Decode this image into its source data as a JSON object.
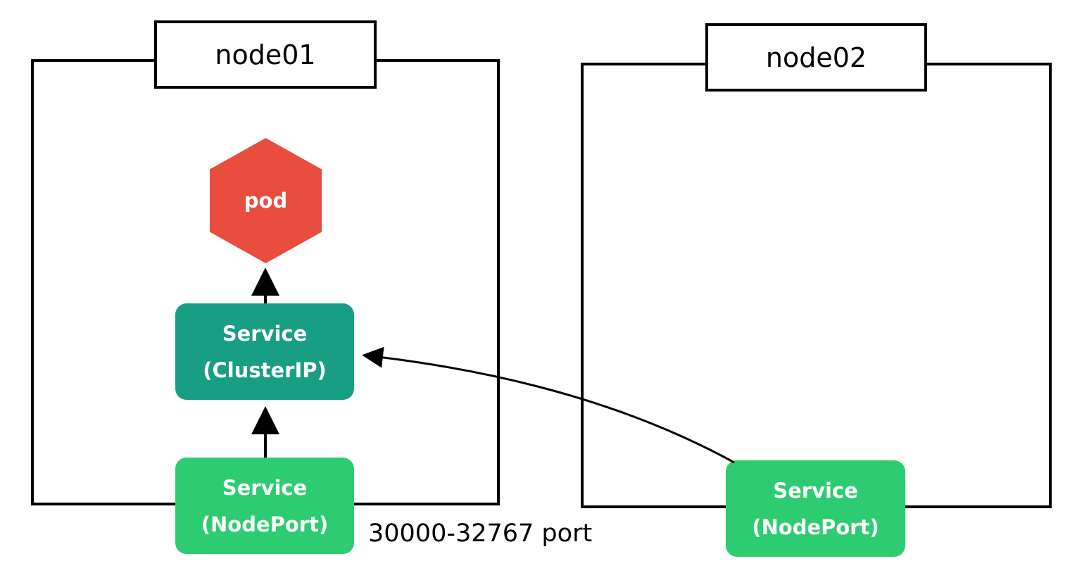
{
  "colors": {
    "pod": "#E84D3D",
    "clusterip": "#179E84",
    "nodeport": "#2ECC71",
    "stroke": "#000000"
  },
  "nodes": [
    {
      "label": "node01"
    },
    {
      "label": "node02"
    }
  ],
  "pod": {
    "label": "pod"
  },
  "services": {
    "clusterip": {
      "line1": "Service",
      "line2": "(ClusterIP)"
    },
    "nodeport_node01": {
      "line1": "Service",
      "line2": "(NodePort)"
    },
    "nodeport_node02": {
      "line1": "Service",
      "line2": "(NodePort)"
    }
  },
  "port_range_label": "30000-32767 port",
  "edges": [
    {
      "from": "Service (ClusterIP)",
      "to": "pod"
    },
    {
      "from": "Service (NodePort) node01",
      "to": "Service (ClusterIP)"
    },
    {
      "from": "Service (NodePort) node02",
      "to": "Service (ClusterIP)"
    }
  ]
}
